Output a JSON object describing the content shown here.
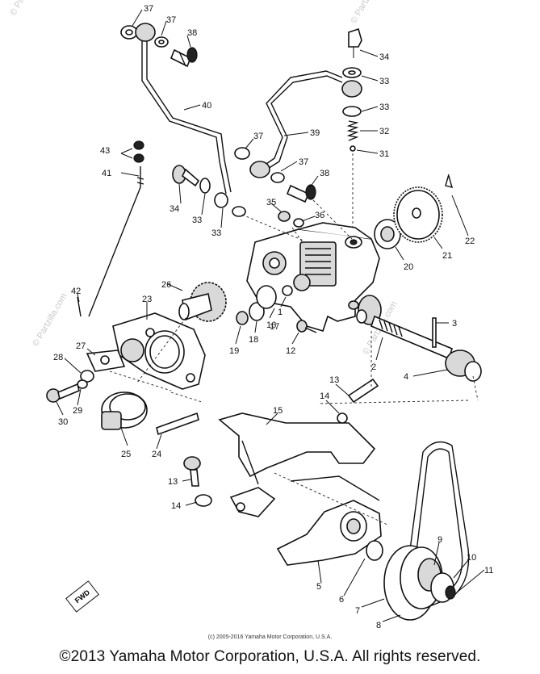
{
  "callouts": [
    "1",
    "2",
    "3",
    "4",
    "5",
    "6",
    "7",
    "8",
    "9",
    "10",
    "11",
    "12",
    "13",
    "14",
    "15",
    "16",
    "17",
    "18",
    "19",
    "20",
    "21",
    "22",
    "23",
    "24",
    "25",
    "26",
    "27",
    "28",
    "29",
    "30",
    "31",
    "32",
    "33",
    "34",
    "35",
    "36",
    "37",
    "38",
    "39",
    "40",
    "41",
    "42",
    "43"
  ],
  "forward_label": "FWD",
  "copyright_small": "(c) 2005-2016 Yamaha Motor Corporation, U.S.A.",
  "copyright_main": "©2013 Yamaha Motor Corporation, U.S.A. All rights reserved.",
  "watermark": "© Partzilla.com",
  "colors": {
    "line": "#111111",
    "background": "#ffffff",
    "watermark": "#c8c8c8"
  }
}
